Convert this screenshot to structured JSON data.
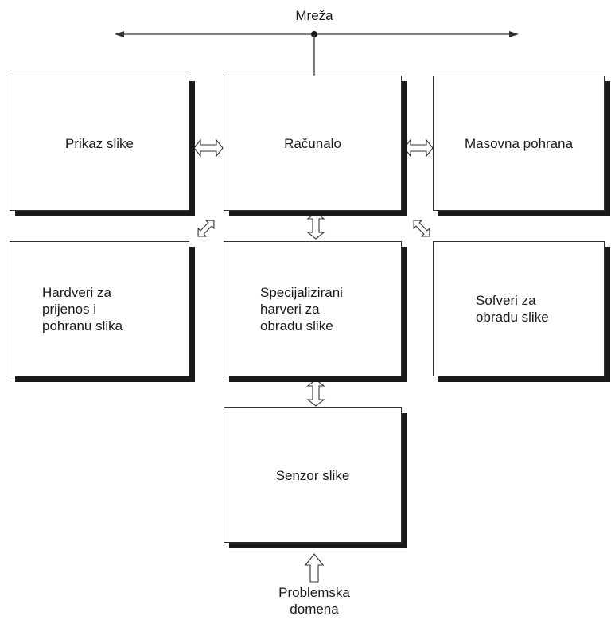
{
  "network": {
    "label": "Mreža"
  },
  "boxes": {
    "display": "Prikaz slike",
    "computer": "Računalo",
    "storage": "Masovna pohrana",
    "hardcopy": "Hardveri za\nprijenos i\npohranu slika",
    "specialized": "Specijalizirani\nharveri za\nobradu slike",
    "software": "Sofveri za\nobradu slike",
    "sensor": "Senzor slike"
  },
  "problem_domain": {
    "label": "Problemska\ndomena"
  },
  "colors": {
    "line": "#333333",
    "shadow": "#1a1a1a",
    "background": "#ffffff"
  }
}
